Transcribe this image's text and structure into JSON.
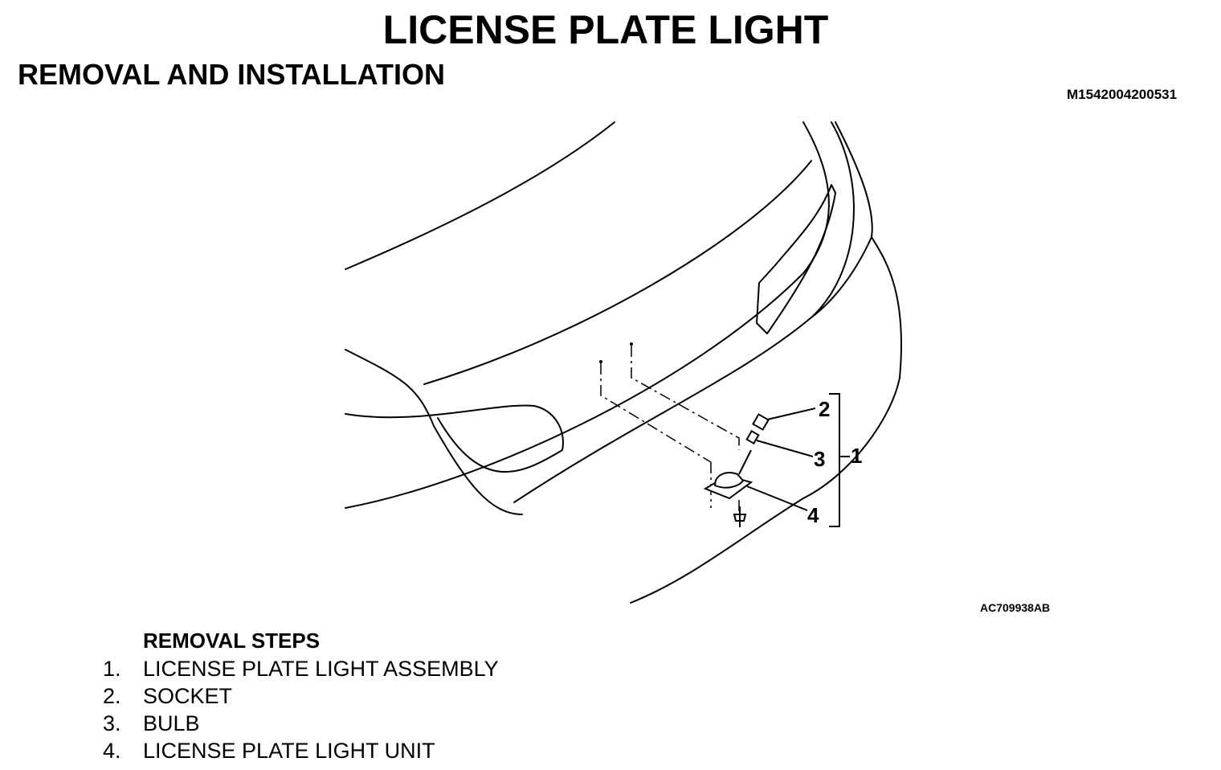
{
  "header": {
    "title": "LICENSE PLATE LIGHT",
    "subtitle": "REMOVAL AND INSTALLATION",
    "doc_id": "M1542004200531"
  },
  "figure": {
    "figure_id": "AC709938AB",
    "callouts": [
      "1",
      "2",
      "3",
      "4"
    ]
  },
  "removal": {
    "heading": "REMOVAL STEPS",
    "steps": [
      {
        "num": "1.",
        "label": "LICENSE PLATE LIGHT ASSEMBLY"
      },
      {
        "num": "2.",
        "label": "SOCKET"
      },
      {
        "num": "3.",
        "label": "BULB"
      },
      {
        "num": "4.",
        "label": "LICENSE PLATE LIGHT UNIT"
      }
    ]
  }
}
